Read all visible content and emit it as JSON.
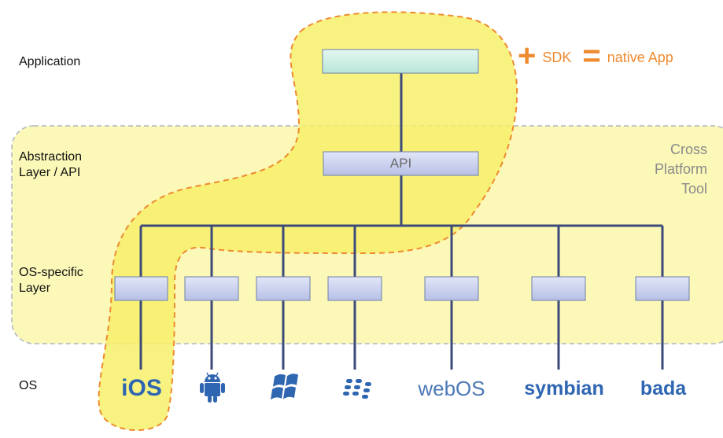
{
  "layers": {
    "application": "Application",
    "abstraction": "Abstraction\nLayer / API",
    "os_specific": "OS-specific\nLayer",
    "os": "OS"
  },
  "api_box_label": "API",
  "cross_platform_label": "Cross\nPlatform\nTool",
  "formula": {
    "plus": "+",
    "sdk": "SDK",
    "equals": "=",
    "result": "native App"
  },
  "os_list": [
    "iOS",
    "android",
    "windows",
    "blackberry",
    "webOS",
    "symbian",
    "bada"
  ],
  "os_text": {
    "ios": "iOS",
    "webos": "webOS",
    "symbian": "symbian",
    "bada": "bada"
  },
  "colors": {
    "app_box": "#c7eee2",
    "api_box": "#cbd3f0",
    "cross_platform_bg": "#fbf8b8",
    "highlight_bg": "#f7f06a",
    "dashed_outline": "#ee8a2f",
    "connector": "#3c4a7a",
    "formula": "#ee8a2f",
    "ios_logo": "#2f66b1",
    "android_logo": "#2f66b1",
    "windows_logo": "#2f66b1",
    "blackberry_logo": "#2f66b1",
    "webos_logo": "#4c79b6",
    "symbian_logo": "#2f66b1",
    "bada_logo": "#2f66b1"
  }
}
